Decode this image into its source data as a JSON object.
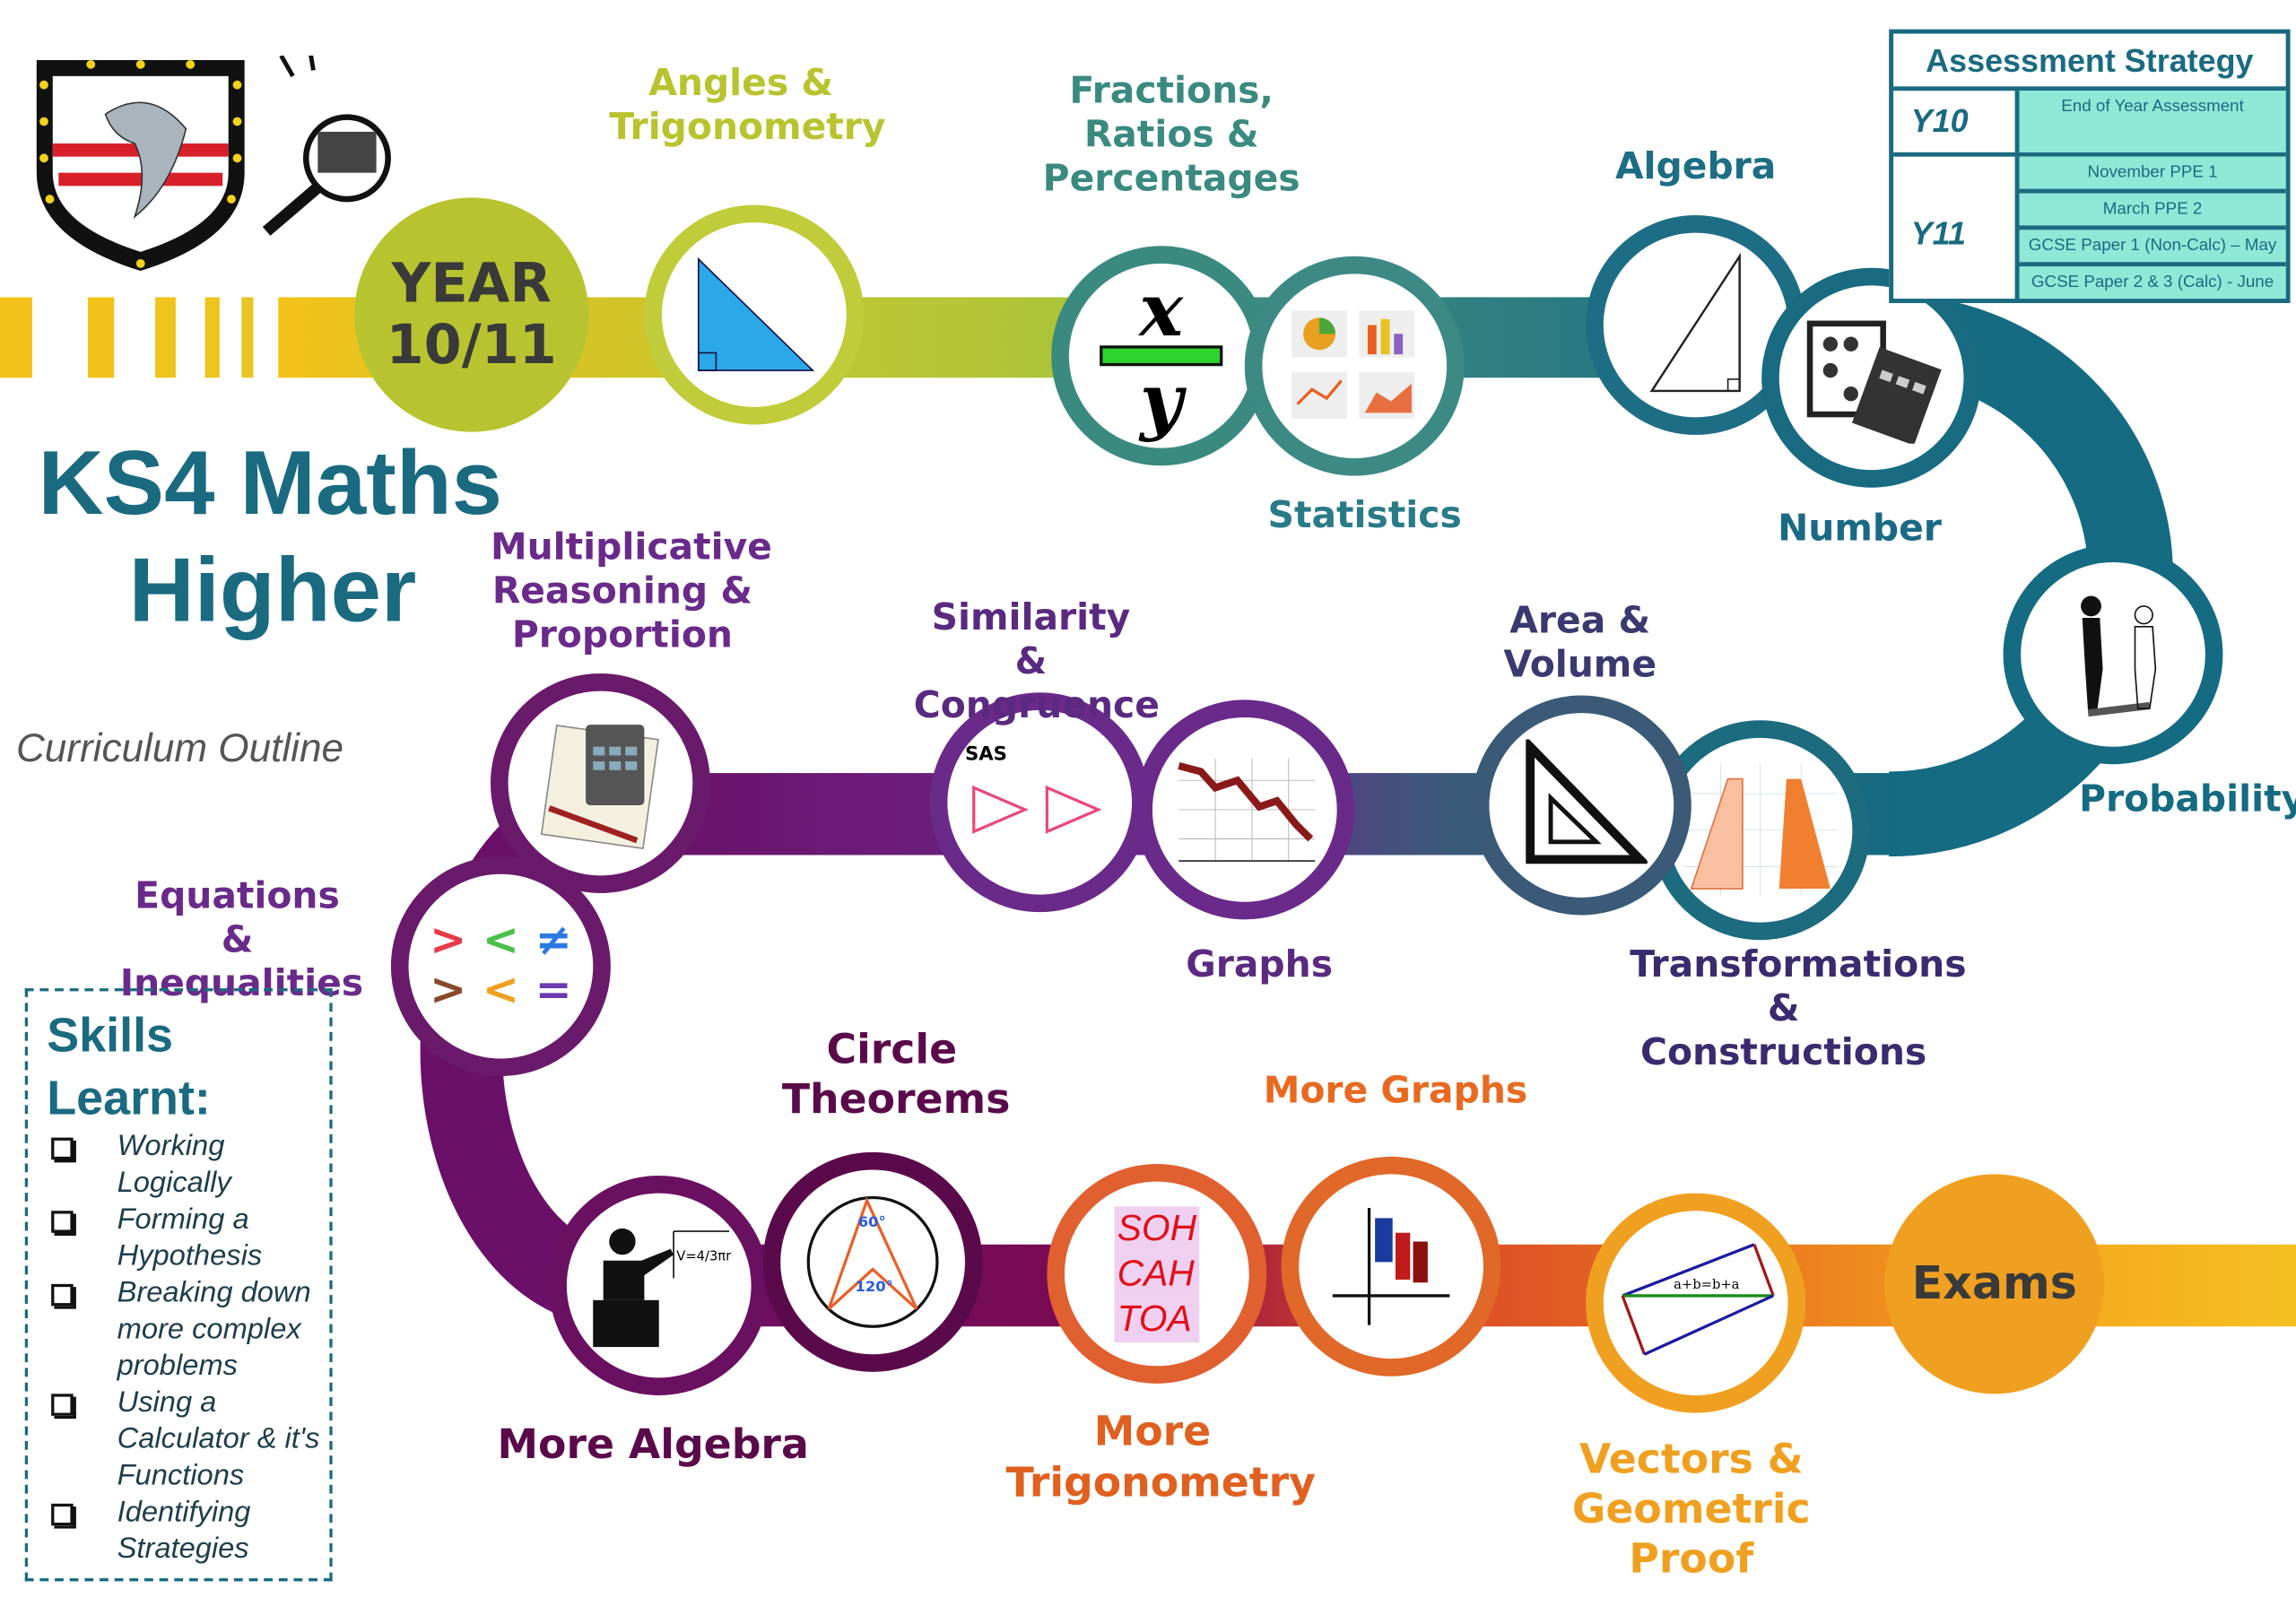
{
  "title": {
    "line1": "KS4 Maths",
    "line2": "Higher",
    "subtitle": "Curriculum Outline"
  },
  "year_badge": {
    "line1": "YEAR",
    "line2": "10/11"
  },
  "topics": {
    "angles": "Angles & Trigonometry",
    "fractions": "Fractions, Ratios & Percentages",
    "statistics": "Statistics",
    "algebra": "Algebra",
    "number": "Number",
    "probability": "Probability",
    "transformations": "Transformations & Constructions",
    "area_volume": "Area & Volume",
    "graphs": "Graphs",
    "similarity": "Similarity & Congruence",
    "multiplicative": "Multiplicative Reasoning & Proportion",
    "equations": "Equations & Inequalities",
    "more_algebra": "More Algebra",
    "circle_theorems": "Circle Theorems",
    "more_trig": "More Trigonometry",
    "more_graphs": "More Graphs",
    "vectors": "Vectors & Geometric Proof",
    "exams": "Exams"
  },
  "icon_text": {
    "sas": "SAS",
    "soh": "SOH",
    "cah": "CAH",
    "toa": "TOA",
    "angle60": "60°",
    "angle120": "120°",
    "vector_eq": "a+b=b+a",
    "fraction_x": "x",
    "fraction_y": "y",
    "neq": "≠",
    "eq": "="
  },
  "assessment": {
    "heading": "Assessment Strategy",
    "y10": {
      "label": "Y10",
      "items": [
        "End of Year Assessment"
      ]
    },
    "y11": {
      "label": "Y11",
      "items": [
        "November PPE 1",
        "March PPE 2",
        "GCSE Paper 1 (Non-Calc) – May",
        "GCSE Paper 2 & 3 (Calc) - June"
      ]
    }
  },
  "skills": {
    "heading_line1": "Skills",
    "heading_line2": "Learnt:",
    "items": [
      "Working Logically",
      "Forming a Hypothesis",
      "Breaking down more complex problems",
      "Using a Calculator & it's Functions",
      "Identifying Strategies"
    ]
  },
  "colors": {
    "teal": "#1a6a80",
    "lime": "#b8c42f",
    "purple": "#6a2a8a",
    "plum": "#5a0a4a",
    "orange": "#e6651f",
    "amber": "#f0a020"
  }
}
